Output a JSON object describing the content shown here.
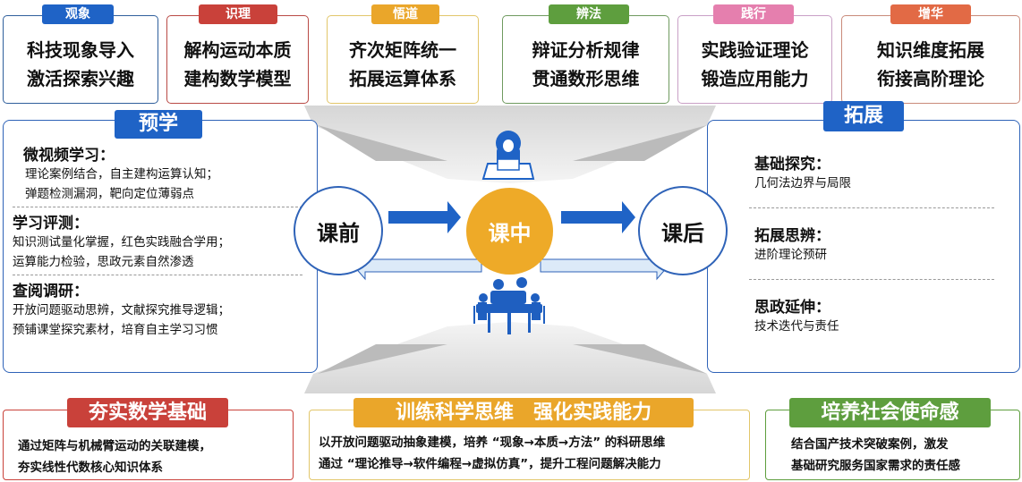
{
  "top_stages": [
    {
      "tag": "观象",
      "color": "#1f63c6",
      "border": "#2f5f9c",
      "lines": [
        "科技现象导入",
        "激活探索兴趣"
      ]
    },
    {
      "tag": "识理",
      "color": "#c9413a",
      "border": "#b94a45",
      "lines": [
        "解构运动本质",
        "建构数学模型"
      ]
    },
    {
      "tag": "悟道",
      "color": "#eaa62a",
      "border": "#e2c66a",
      "lines": [
        "齐次矩阵统一",
        "拓展运算体系"
      ]
    },
    {
      "tag": "辨法",
      "color": "#5e9e3e",
      "border": "#6f9a5f",
      "lines": [
        "辩证分析规律",
        "贯通数形思维"
      ]
    },
    {
      "tag": "践行",
      "color": "#e57fae",
      "border": "#c9a0c6",
      "lines": [
        "实践验证理论",
        "锻造应用能力"
      ]
    },
    {
      "tag": "增华",
      "color": "#e26a45",
      "border": "#c98a7a",
      "lines": [
        "知识维度拓展",
        "衔接高阶理论"
      ]
    }
  ],
  "preview": {
    "tag": "预学",
    "sections": [
      {
        "heading": "微视频学习：",
        "lines": [
          "理论案例结合，自主建构运算认知；",
          "弹题检测漏洞，靶向定位薄弱点"
        ]
      },
      {
        "heading": "学习评测：",
        "lines": [
          "知识测试量化掌握，红色实践融合学用；",
          "运算能力检验，思政元素自然渗透"
        ]
      },
      {
        "heading": "查阅调研：",
        "lines": [
          "开放问题驱动思辨，文献探究推导逻辑；",
          "预铺课堂探究素材，培育自主学习习惯"
        ]
      }
    ]
  },
  "extend": {
    "tag": "拓展",
    "sections": [
      {
        "heading": "基础探究：",
        "lines": [
          "几何法边界与局限"
        ]
      },
      {
        "heading": "拓展思辨：",
        "lines": [
          "进阶理论预研"
        ]
      },
      {
        "heading": "思政延伸：",
        "lines": [
          "技术迭代与责任"
        ]
      }
    ]
  },
  "phases": {
    "before": "课前",
    "during": "课中",
    "after": "课后"
  },
  "bottom": [
    {
      "tag": "夯实数学基础",
      "color": "#c9413a",
      "border": "#c9413a",
      "lines": [
        "通过矩阵与机械臂运动的关联建模，",
        "夯实线性代数核心知识体系"
      ]
    },
    {
      "tag": "训练科学思维　强化实践能力",
      "color": "#eaa62a",
      "border": "#e2c66a",
      "lines": [
        "以开放问题驱动抽象建模，培养 “现象→本质→方法” 的科研思维",
        "通过 “理论推导→软件编程→虚拟仿真”，提升工程问题解决能力"
      ]
    },
    {
      "tag": "培养社会使命感",
      "color": "#5e9e3e",
      "border": "#5e9e3e",
      "lines": [
        "结合国产技术突破案例，激发",
        "基础研究服务国家需求的责任感"
      ]
    }
  ]
}
